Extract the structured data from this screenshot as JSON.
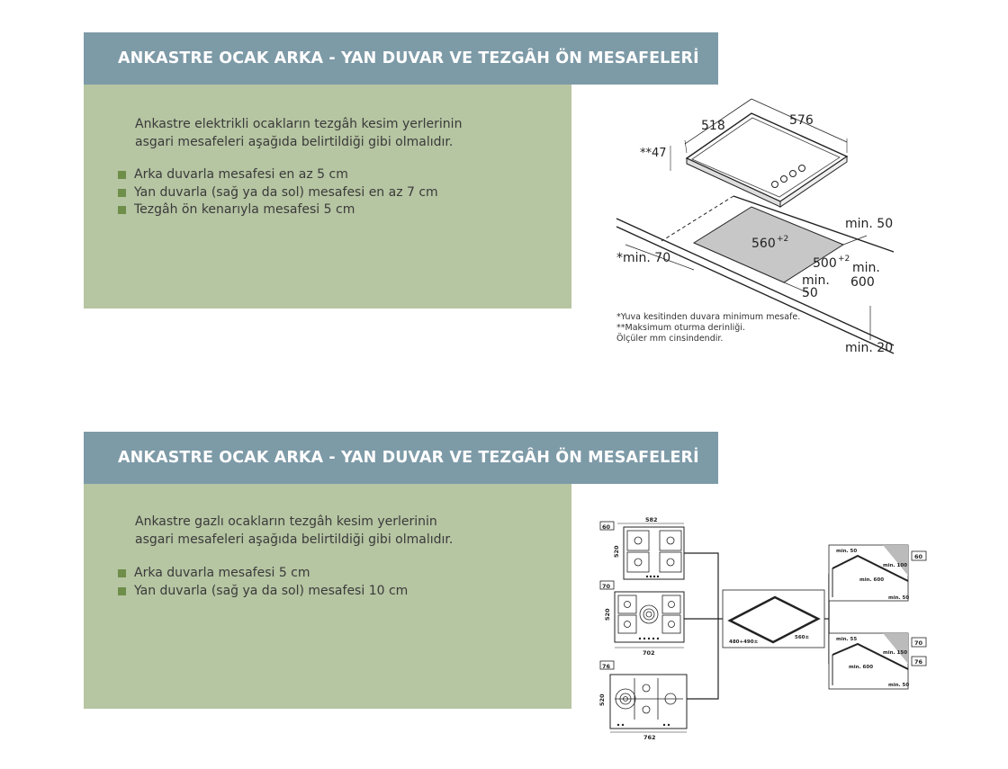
{
  "section1": {
    "title": "ANKASTRE OCAK ARKA - YAN DUVAR VE TEZGÂH ÖN MESAFELERİ",
    "intro_line1": "Ankastre elektrikli ocakların tezgâh kesim yerlerinin",
    "intro_line2": "asgari mesafeleri aşağıda belirtildiği gibi olmalıdır.",
    "bullets": [
      "Arka duvarla mesafesi en az 5 cm",
      "Yan duvarla (sağ ya da sol) mesafesi en az 7 cm",
      "Tezgâh ön kenarıyla mesafesi 5 cm"
    ],
    "diagram": {
      "dim_518": "518",
      "dim_576": "576",
      "dim_47": "**47",
      "dim_560": "560",
      "dim_560_tol": "+2",
      "dim_500": "500",
      "dim_500_tol": "+2",
      "min70": "*min. 70",
      "min50_top": "min. 50",
      "min600_a": "min.",
      "min600_b": "600",
      "min50_bottom_a": "min.",
      "min50_bottom_b": "50",
      "min20": "min. 20",
      "note1": "*Yuva kesitinden duvara minimum mesafe.",
      "note2": "**Maksimum oturma derinliği.",
      "note3": "Ölçüler mm cinsindendir."
    }
  },
  "section2": {
    "title": "ANKASTRE OCAK ARKA - YAN DUVAR VE TEZGÂH ÖN MESAFELERİ",
    "intro_line1": "Ankastre gazlı ocakların tezgâh kesim yerlerinin",
    "intro_line2": "asgari mesafeleri aşağıda belirtildiği gibi olmalıdır.",
    "bullets": [
      "Arka duvarla mesafesi 5 cm",
      "Yan duvarla (sağ ya da sol) mesafesi 10 cm"
    ],
    "diagram": {
      "badge60": "60",
      "badge70": "70",
      "badge76": "76",
      "w582": "582",
      "w702": "702",
      "w762": "762",
      "d520a": "520",
      "d520b": "520",
      "d520c": "520",
      "cut_depth": "480+490±",
      "cut_width": "560±",
      "r_min50_top": "min. 50",
      "r_min100_top": "min. 100",
      "r_min600_top": "min. 600",
      "r_min50_top2": "min. 50",
      "r_min55": "min. 55",
      "r_min150": "min. 150",
      "r_min600_bot": "min. 600",
      "r_min50_bot": "min. 50",
      "rbadge60": "60",
      "rbadge70": "70",
      "rbadge76": "76"
    }
  }
}
